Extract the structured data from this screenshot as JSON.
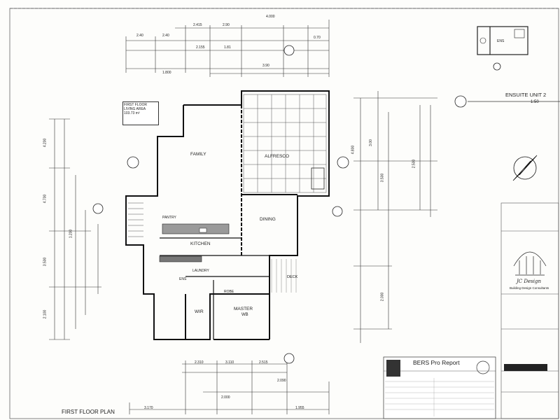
{
  "sheet": {
    "main_title": "FIRST FLOOR  PLAN",
    "area_box": {
      "line1": "FIRST FLOOR",
      "line2": "LIVING AREA",
      "line3": "103.73 m²"
    }
  },
  "rooms": {
    "family": "FAMILY",
    "alfresco": "ALFRESCO",
    "dining": "DINING",
    "kitchen": "KITCHEN",
    "master": "MASTER",
    "master_num": "WB",
    "wir": "WIR",
    "laundry": "LAUNDRY",
    "ens": "ENS",
    "deck": "DECK",
    "pantry": "PANTRY",
    "robe": "ROBE"
  },
  "inset": {
    "title": "ENSUITE  UNIT 2",
    "scale": "1:50",
    "room": "ENS"
  },
  "dimensions": {
    "top": [
      "2.40",
      "2.40",
      "2.415",
      "2.90",
      "4.000",
      "1.81",
      "2.155",
      "3.90",
      "1.800",
      "0.70"
    ],
    "left": [
      "4.200",
      "4.700",
      "1.200",
      "3.500",
      "2.100"
    ],
    "right": [
      "4.800",
      "3.00",
      "3.500",
      "2.500",
      "2.000"
    ],
    "bottom": [
      "2.310",
      "3.110",
      "2.515",
      "2.090",
      "2.000",
      "3.170",
      "1.955"
    ]
  },
  "title_block": {
    "company": "Building Design Consultants",
    "logo_text": "JC Design"
  },
  "bers": {
    "title": "BERS Pro Report"
  }
}
